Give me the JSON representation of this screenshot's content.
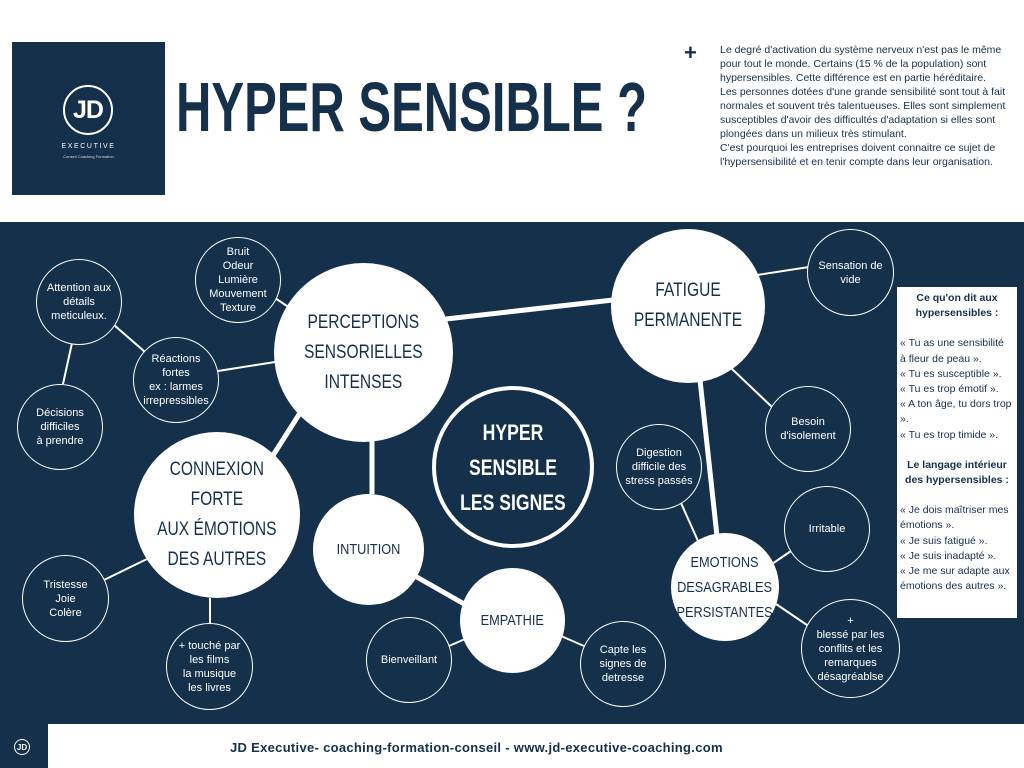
{
  "header": {
    "logo_initials": "JD",
    "logo_brand": "EXECUTIVE",
    "logo_tagline": "Conseil Coaching Formation",
    "title": "HYPER SENSIBLE ?",
    "plus": "+",
    "intro": [
      "Le degré d'activation du système nerveux n'est pas le même pour tout le monde. Certains (15 % de la population) sont hypersensibles. Cette différence est en partie héréditaire.",
      "Les personnes dotées d'une grande sensibilité sont tout à fait normales et souvent très talentueuses. Elles sont simplement susceptibles d'avoir des difficultés d'adaptation si elles sont plongées dans un milieux très stimulant.",
      "C'est pourquoi les entreprises doivent connaitre ce sujet de l'hypersensibilité et en tenir compte dans leur organisation."
    ]
  },
  "diagram": {
    "center": "HYPER SENSIBLE\nLES SIGNES",
    "main": {
      "perceptions": "PERCEPTIONS\nSENSORIELLES\nINTENSES",
      "fatigue": "FATIGUE\nPERMANENTE",
      "connexion": "CONNEXION\nFORTE\nAUX ÉMOTIONS\nDES AUTRES",
      "intuition": "INTUITION",
      "empathie": "EMPATHIE",
      "emotions": "EMOTIONS\nDESAGRABLES\nPERSISTANTES"
    },
    "leaves": {
      "bruit": "Bruit\nOdeur\nLumière\nMouvement\nTexture",
      "attention": "Attention aux\ndétails\nmeticuleux.",
      "reactions": "Réactions\nfortes\nex : larmes\nirrepressibles",
      "decisions": "Décisions\ndifficiles\nà prendre",
      "tristesse": "Tristesse\nJoie\nColère",
      "touche": "+ touché par\nles films\nla musique\nles livres",
      "bienveillant": "Bienveillant",
      "capte": "Capte les\nsignes de\ndetresse",
      "sensation": "Sensation de\nvide",
      "besoin": "Besoin\nd'isolement",
      "digestion": "Digestion\ndifficile des\nstress passés",
      "irritable": "Irritable",
      "blesse": "+\nblessé par les\nconflits et les\nremarques\ndésagréablse"
    }
  },
  "side_panel": {
    "heading1": "Ce qu'on dit aux hypersensibles :",
    "quotes1": "« Tu as une sensibilité\n à fleur de peau ».\n« Tu es susceptible ».\n« Tu es trop émotif  ».\n« A ton âge, tu dors trop ».\n« Tu es trop timide ».",
    "heading2": "Le langage intérieur des hypersensibles :",
    "quotes2": "« Je dois maîtriser mes émotions ».\n« Je suis fatigué ».\n« Je suis inadapté ».\n « Je me sur adapte aux émotions des autres »."
  },
  "footer": {
    "text": "JD Executive- coaching-formation-conseil - www.jd-executive-coaching.com",
    "logo": "JD"
  },
  "colors": {
    "navy": "#15304b",
    "white": "#ffffff"
  }
}
